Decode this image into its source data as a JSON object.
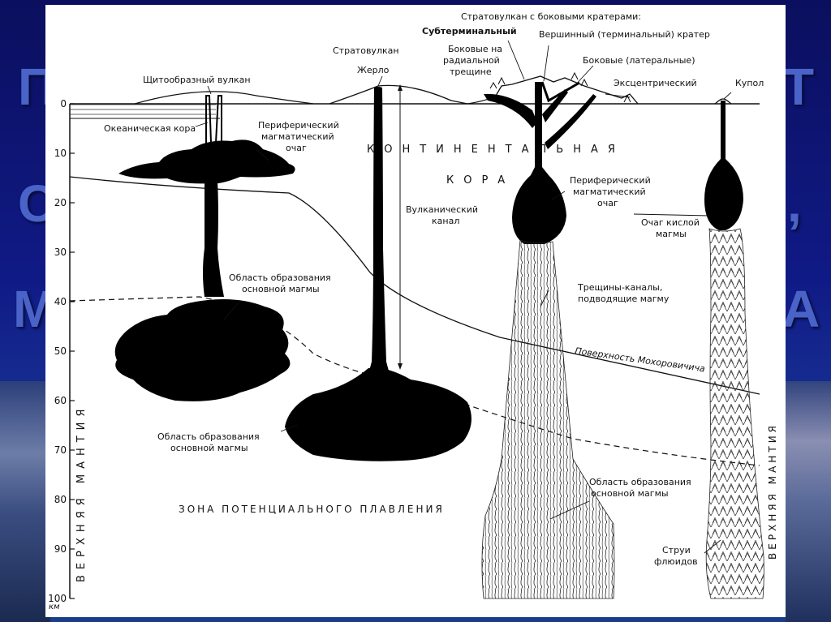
{
  "background": {
    "title_fragments": [
      "П",
      "Т",
      "С",
      ",",
      "М",
      "А"
    ]
  },
  "axis": {
    "ticks": [
      "0",
      "10",
      "20",
      "30",
      "40",
      "50",
      "60",
      "70",
      "80",
      "90",
      "100"
    ],
    "unit": "км",
    "vertical_label": "ВЕРХНЯЯ МАНТИЯ"
  },
  "labels": {
    "shield_volcano": "Щитообразный вулкан",
    "oceanic_crust": "Океаническая кора",
    "peripheral_chamber_1": [
      "Периферический",
      "магматический",
      "очаг"
    ],
    "basic_magma_area_1": [
      "Область образования",
      "основной магмы"
    ],
    "basic_magma_area_2": [
      "Область образования",
      "основной магмы"
    ],
    "stratovolcano": "Стратовулкан",
    "vent": "Жерло",
    "volcanic_channel": [
      "Вулканический",
      "канал"
    ],
    "continental_crust_1": "КОНТИНЕНТАЛЬНАЯ",
    "continental_crust_2": "КОРА",
    "strato_side_title": "Стратовулкан с боковыми кратерами:",
    "subterminal": "Субтерминальный",
    "radial_fissure": [
      "Боковые на",
      "радиальной",
      "трещине"
    ],
    "summit_crater": "Вершинный (терминальный) кратер",
    "lateral": "Боковые (латеральные)",
    "eccentric": "Эксцентрический",
    "dome": "Купол",
    "peripheral_chamber_2": [
      "Периферический",
      "магматический",
      "очаг"
    ],
    "acid_chamber": [
      "Очаг кислой",
      "магмы"
    ],
    "fissure_channels": [
      "Трещины-каналы,",
      "подводящие магму"
    ],
    "moho": "Поверхность Мохоровичича",
    "basic_magma_area_3": [
      "Область образования",
      "основной магмы"
    ],
    "fluid_jets": [
      "Струи",
      "флюидов"
    ],
    "melting_zone": "ЗОНА ПОТЕНЦИАЛЬНОГО ПЛАВЛЕНИЯ",
    "upper_mantle_right": "ВЕРХНЯЯ МАНТИЯ"
  }
}
